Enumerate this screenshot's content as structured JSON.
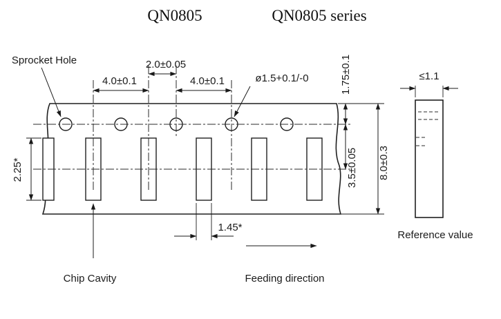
{
  "title": {
    "model": "QN0805",
    "series": "QN0805 series"
  },
  "labels": {
    "sprocket_hole": "Sprocket Hole",
    "chip_cavity": "Chip Cavity",
    "feeding_direction": "Feeding direction",
    "reference_value": "Reference value"
  },
  "dims": {
    "pitch_left": "4.0±0.1",
    "hole_to_cavity_offset": "2.0±0.05",
    "pitch_right": "4.0±0.1",
    "hole_diameter": "ø1.5+0.1/-0",
    "edge_to_hole": "1.75±0.1",
    "hole_to_cavity_center": "3.5±0.05",
    "tape_width": "8.0±0.3",
    "cavity_length": "2.25*",
    "cavity_width": "1.45*",
    "thickness_max": "≤1.1"
  }
}
